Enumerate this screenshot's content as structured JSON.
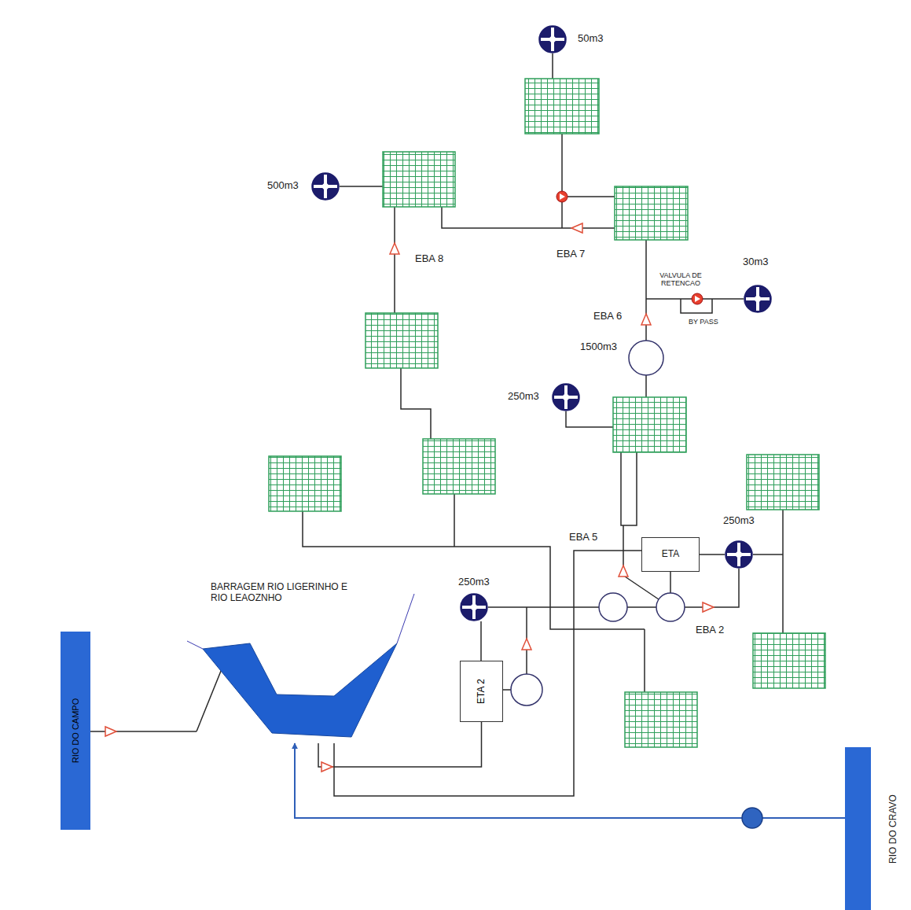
{
  "diagram": {
    "nodes": [
      {
        "text": [
          "ETA"
        ]
      },
      {
        "text": [
          "BARRAGEM RIO LIGERINHO E RIO LEAOZNHO"
        ]
      },
      {
        "text": [
          "RIO DO CAMPO"
        ]
      },
      {
        "text": [
          "ETA 2"
        ]
      },
      {
        "text": [
          "RIO DO CRAVO"
        ]
      }
    ],
    "edges": [
      {
        "from": 2,
        "to": 1,
        "arrow": "none"
      },
      {
        "from": 4,
        "to": 1,
        "arrow": "to"
      },
      {
        "from": 1,
        "to": 3,
        "arrow": "none"
      },
      {
        "from": 1,
        "to": 0,
        "arrow": "none"
      }
    ],
    "labels": [
      "50m3",
      "500m3",
      "EBA 8",
      "EBA 7",
      "VALVULA DE RETENCAO",
      "30m3",
      "EBA 6",
      "BY PASS",
      "1500m3",
      "250m3",
      "EBA 5",
      "250m3",
      "EBA 2",
      "250m3"
    ]
  }
}
